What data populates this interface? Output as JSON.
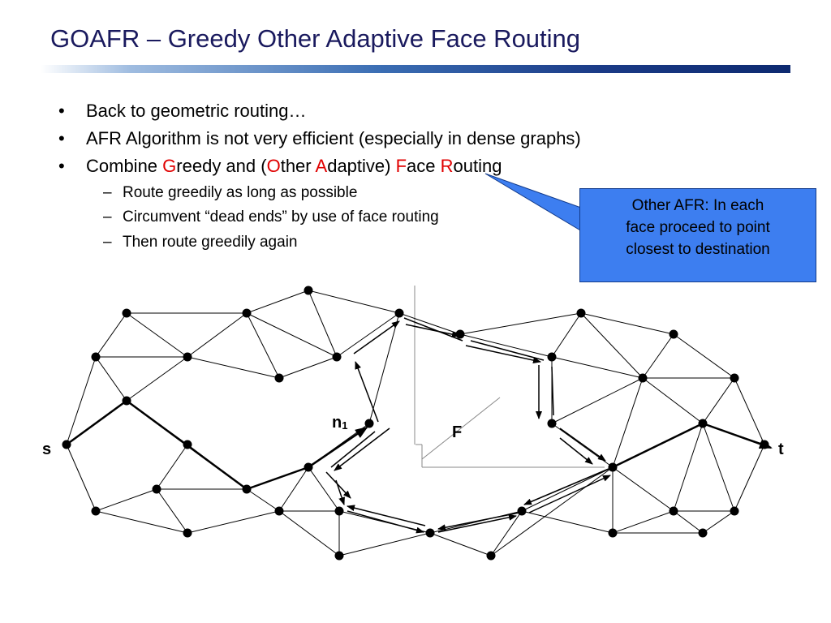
{
  "slide": {
    "title": "GOAFR – Greedy Other Adaptive Face Routing",
    "bullets": [
      {
        "mark": "•",
        "text": "Back to geometric routing…"
      },
      {
        "mark": "•",
        "text": "AFR Algorithm is not very efficient (especially in dense graphs)"
      }
    ],
    "combine": {
      "mark": "•",
      "parts": [
        "Combine ",
        "G",
        "reedy and (",
        "O",
        "ther ",
        "A",
        "daptive) ",
        "F",
        "ace ",
        "R",
        "outing"
      ]
    },
    "subbullets": [
      {
        "mark": "–",
        "text": "Route greedily as long as possible"
      },
      {
        "mark": "–",
        "text": "Circumvent “dead ends” by use of face routing"
      },
      {
        "mark": "–",
        "text": "Then route greedily again"
      }
    ],
    "callout": {
      "lines": [
        "Other AFR: In each",
        "face proceed to point",
        "closest to destination"
      ],
      "fill": "#3d7ef0"
    },
    "accent_color": "#e00000"
  },
  "diagram": {
    "labels": {
      "source": "s",
      "target": "t",
      "node": "n",
      "node_subscript": "1",
      "face": "F"
    }
  }
}
